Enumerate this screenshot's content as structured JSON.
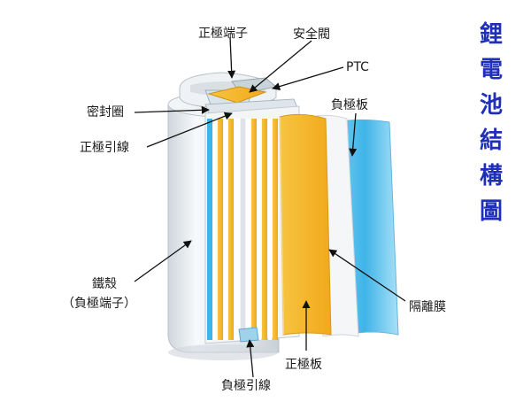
{
  "title": [
    "鋰",
    "電",
    "池",
    "結",
    "構",
    "圖"
  ],
  "labels": {
    "positive_terminal": "正極端子",
    "safety_valve": "安全閥",
    "ptc": "PTC",
    "gasket": "密封圈",
    "negative_plate": "負極板",
    "positive_lead": "正極引線",
    "steel_case": "鐵殼",
    "steel_case_sub": "（負極端子）",
    "separator": "隔離膜",
    "positive_plate": "正極板",
    "negative_lead": "負極引線"
  },
  "colors": {
    "title": "#1f2fb8",
    "positive_plate": "#f5b82a",
    "negative_plate": "#3fb4e8",
    "separator": "#f4f6f7",
    "case": "#e9eef2"
  }
}
